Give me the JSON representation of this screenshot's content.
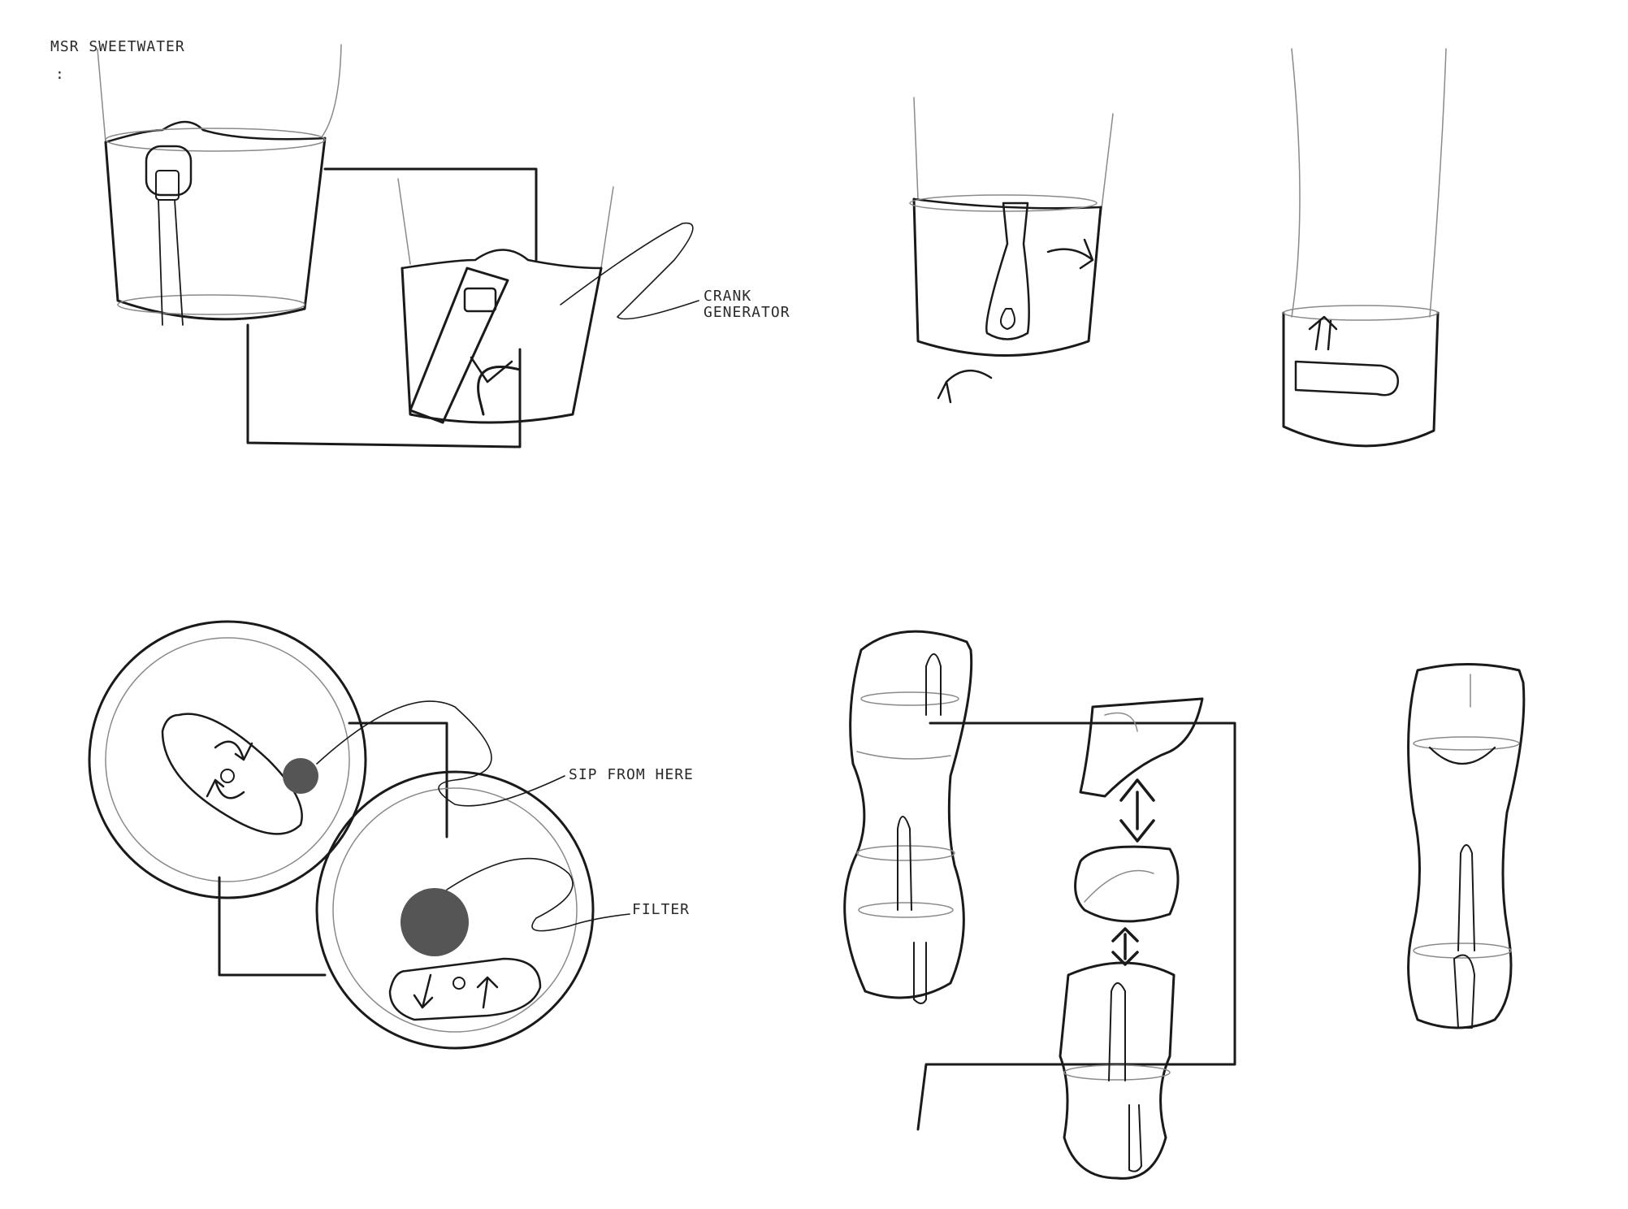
{
  "sheet": {
    "title": "MSR SWEETWATER",
    "title_mark": ":",
    "ink_color": "#1a1a1a",
    "pencil_color": "#8a8a8a",
    "fill_color": "#555555"
  },
  "labels": {
    "crank_line1": "CRANK",
    "crank_line2": "GENERATOR",
    "sip": "SIP FROM HERE",
    "filter": "FILTER"
  },
  "icons": [
    "rotate-arrow-icon",
    "up-arrow-icon",
    "double-arrow-icon"
  ]
}
